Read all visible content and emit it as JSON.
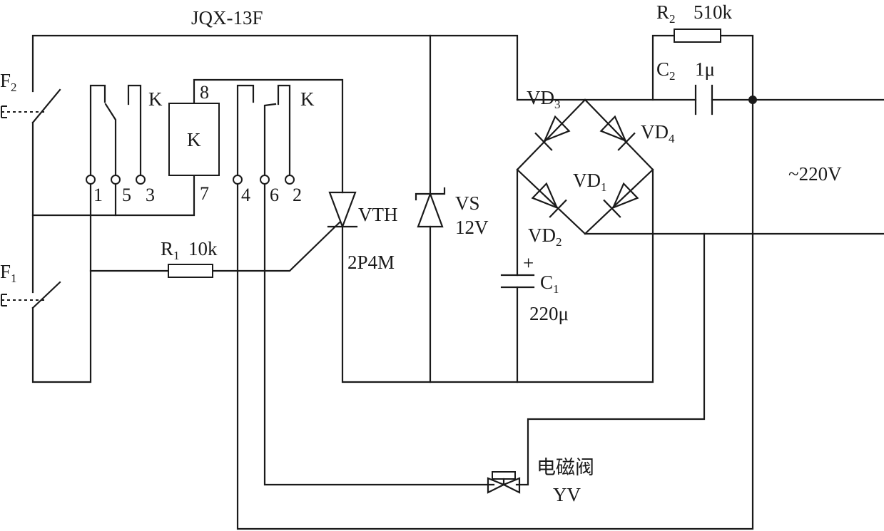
{
  "labels": {
    "relay_model": "JQX-13F",
    "r2_name": "R",
    "r2_sub": "2",
    "r2_value": "510k",
    "c2_name": "C",
    "c2_sub": "2",
    "c2_value": "1μ",
    "vd3_name": "VD",
    "vd3_sub": "3",
    "vd4_name": "VD",
    "vd4_sub": "4",
    "vd1_name": "VD",
    "vd1_sub": "1",
    "vd2_name": "VD",
    "vd2_sub": "2",
    "mains": "~220V",
    "f2_name": "F",
    "f2_sub": "2",
    "f1_name": "F",
    "f1_sub": "1",
    "relay_k_left": "K",
    "relay_k_right": "K",
    "relay_coil": "K",
    "pin1": "1",
    "pin5": "5",
    "pin3": "3",
    "pin7": "7",
    "pin8": "8",
    "pin4": "4",
    "pin6": "6",
    "pin2": "2",
    "vth": "VTH",
    "vth_model": "2P4M",
    "vs": "VS",
    "vs_value": "12V",
    "r1_name": "R",
    "r1_sub": "1",
    "r1_value": "10k",
    "c1_plus": "+",
    "c1_name": "C",
    "c1_sub": "1",
    "c1_value": "220μ",
    "valve_cn": "电磁阀",
    "valve_yv": "YV"
  }
}
